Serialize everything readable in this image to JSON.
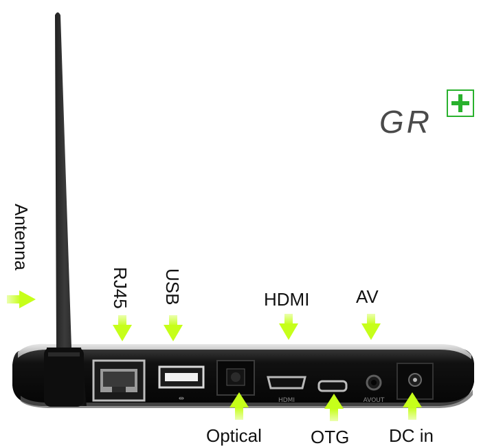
{
  "brand": {
    "logo_text": "GR",
    "logo_plus": "+",
    "accent_color": "#29b12d"
  },
  "labels": {
    "antenna": "Antenna",
    "rj45": "RJ45",
    "usb": "USB",
    "hdmi": "HDMI",
    "av": "AV",
    "optical": "Optical",
    "otg": "OTG",
    "dc_in": "DC in"
  },
  "arrow_color": "#c6ff1a",
  "device": {
    "hdmi_port_text": "HDMI",
    "av_port_text": "AVOUT"
  }
}
